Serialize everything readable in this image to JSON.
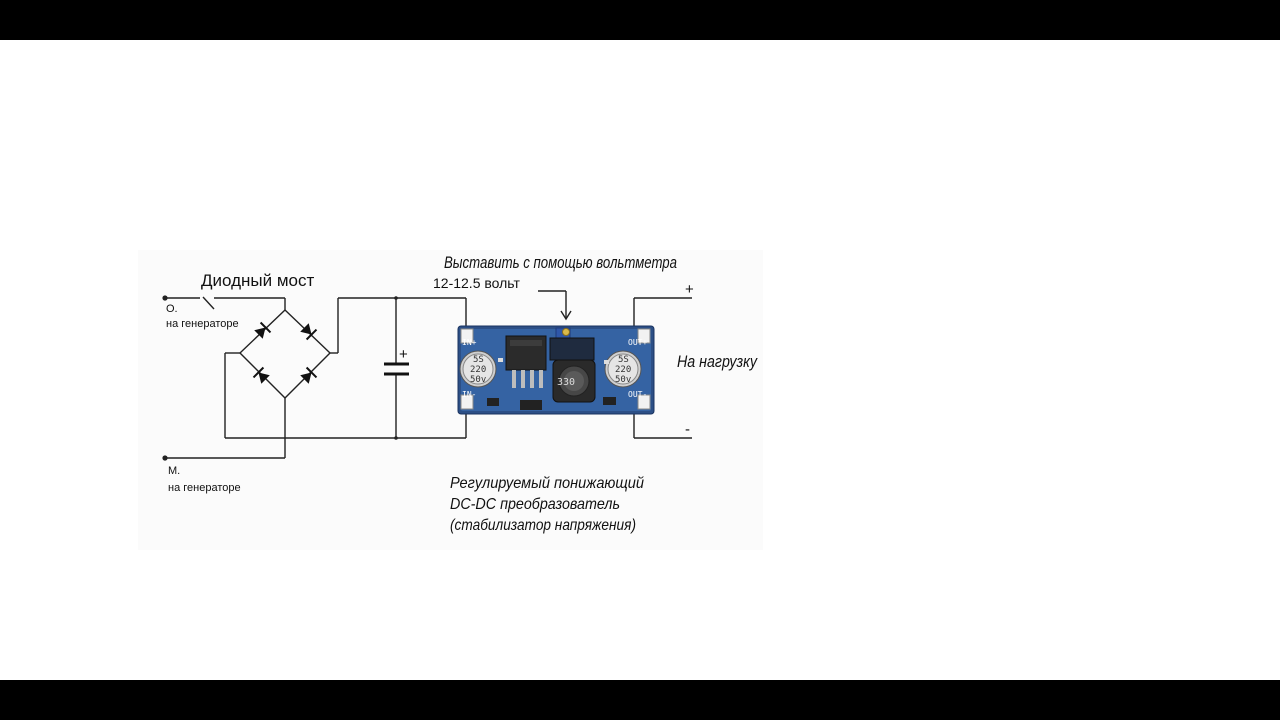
{
  "diagram": {
    "bridge_title": "Диодный мост",
    "gen_o_label": "О.",
    "gen_o_sub": "на генераторе",
    "gen_m_label": "М.",
    "gen_m_sub": "на генераторе",
    "cap_plus": "+",
    "set_voltage_line1": "Выставить с помощью вольтметра",
    "set_voltage_line2": "12-12.5 вольт",
    "converter_line1": "Регулируемый понижающий",
    "converter_line2": "DC-DC преобразователь",
    "converter_line3": "(стабилизатор напряжения)",
    "load_label": "На нагрузку",
    "out_plus": "+",
    "out_minus": "-",
    "module": {
      "in_plus": "IN+",
      "in_minus": "IN-",
      "out_plus": "OUT+",
      "out_minus": "OUT-",
      "cap_text1": "5S",
      "cap_text2": "220",
      "cap_text3": "50v",
      "inductor_text": "330"
    }
  }
}
